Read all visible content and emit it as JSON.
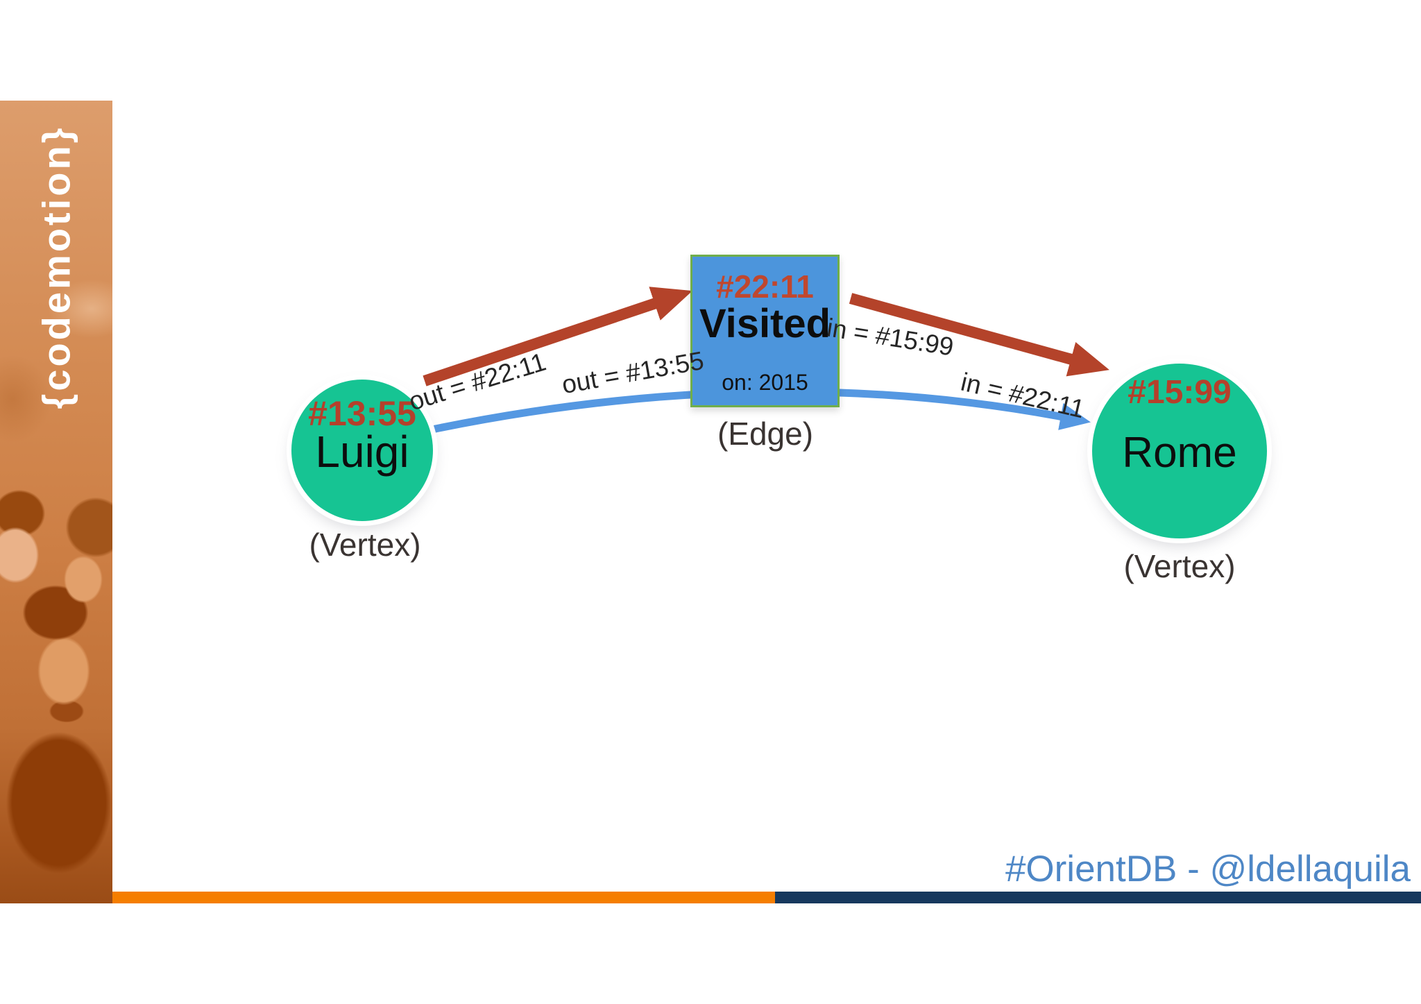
{
  "slide": {
    "sidebar": {
      "logo": "{codemotion}"
    },
    "diagram": {
      "left_vertex": {
        "rid": "#13:55",
        "name": "Luigi",
        "caption": "(Vertex)"
      },
      "edge": {
        "rid": "#22:11",
        "name": "Visited",
        "property": "on: 2015",
        "caption": "(Edge)"
      },
      "right_vertex": {
        "rid": "#15:99",
        "name": "Rome",
        "caption": "(Vertex)"
      },
      "edge_labels": {
        "out_left": "out = #22:11",
        "out_center": "out = #13:55",
        "in_top": "in = #15:99",
        "in_right": "in = #22:11"
      }
    },
    "footer": {
      "credit": "#OrientDB - @ldellaquila"
    },
    "colors": {
      "vertex_green": "#16C493",
      "edge_blue": "#4C95DC",
      "edge_border_green": "#6FAE4B",
      "arrow_red": "#B4432A",
      "arrow_blue": "#5598E2",
      "rid_red": "#B5402B",
      "footer_text_blue": "#4E87C6",
      "bar_orange": "#F57E00",
      "bar_navy": "#17395E",
      "sidebar_orange": "#D48C55"
    }
  }
}
